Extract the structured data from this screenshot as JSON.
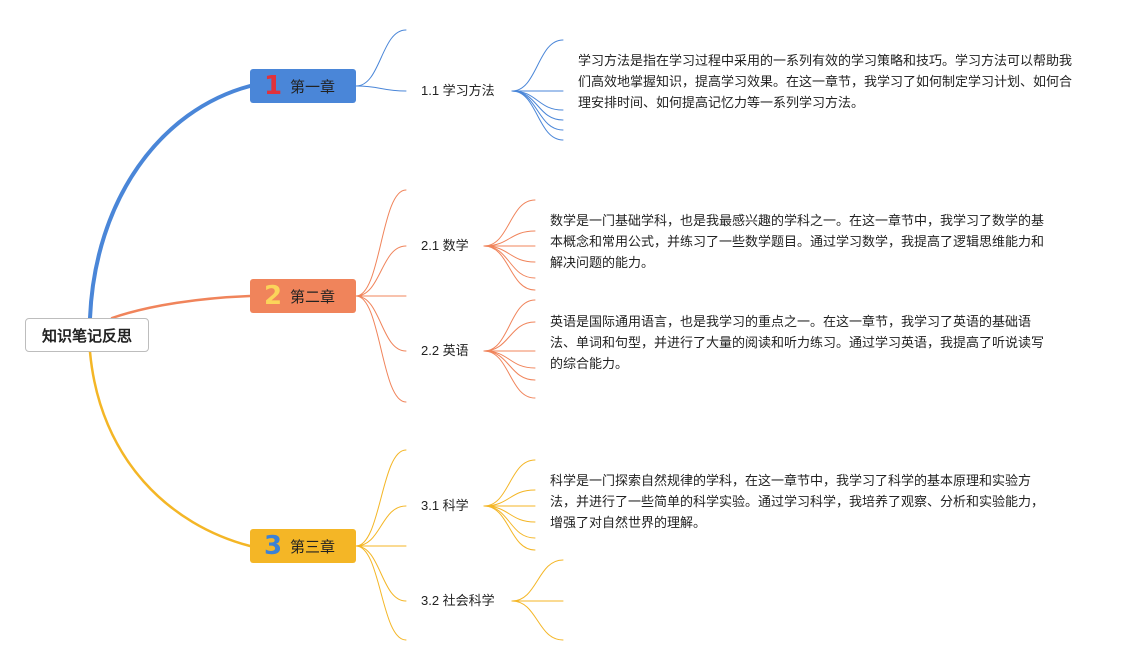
{
  "root": {
    "label": "知识笔记反思"
  },
  "colors": {
    "ch1": "#4a86d8",
    "ch2": "#f0845b",
    "ch3": "#f4b626",
    "ch1_num": "#e0323c",
    "ch2_num": "#fbd45a",
    "ch3_num": "#3b82d6"
  },
  "chapters": [
    {
      "num": "1",
      "label": "第一章",
      "sections": [
        {
          "label": "1.1 学习方法",
          "note": "学习方法是指在学习过程中采用的一系列有效的学习策略和技巧。学习方法可以帮助我们高效地掌握知识，提高学习效果。在这一章节，我学习了如何制定学习计划、如何合理安排时间、如何提高记忆力等一系列学习方法。"
        }
      ]
    },
    {
      "num": "2",
      "label": "第二章",
      "sections": [
        {
          "label": "2.1 数学",
          "note": "数学是一门基础学科，也是我最感兴趣的学科之一。在这一章节中，我学习了数学的基本概念和常用公式，并练习了一些数学题目。通过学习数学，我提高了逻辑思维能力和解决问题的能力。"
        },
        {
          "label": "2.2 英语",
          "note": "英语是国际通用语言，也是我学习的重点之一。在这一章节，我学习了英语的基础语法、单词和句型，并进行了大量的阅读和听力练习。通过学习英语，我提高了听说读写的综合能力。"
        }
      ]
    },
    {
      "num": "3",
      "label": "第三章",
      "sections": [
        {
          "label": "3.1 科学",
          "note": "科学是一门探索自然规律的学科，在这一章节中，我学习了科学的基本原理和实验方法，并进行了一些简单的科学实验。通过学习科学，我培养了观察、分析和实验能力，增强了对自然世界的理解。"
        },
        {
          "label": "3.2 社会科学",
          "note": ""
        }
      ]
    }
  ]
}
